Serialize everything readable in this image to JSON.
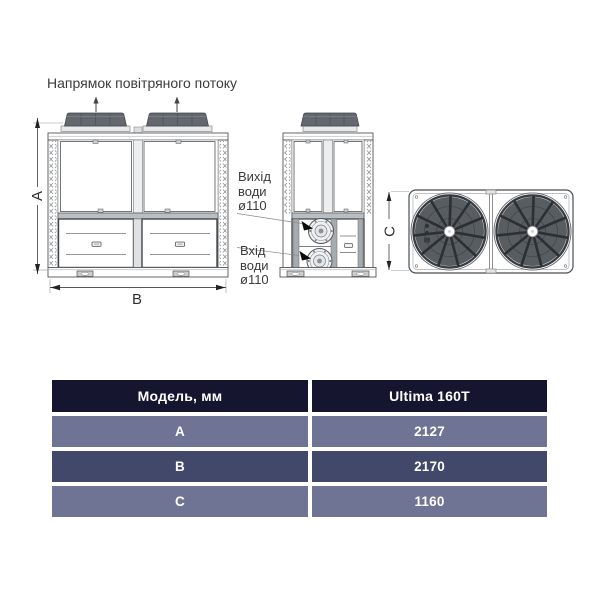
{
  "diagram": {
    "airflow_title": "Напрямок повітряного потоку",
    "dim_a": "A",
    "dim_b": "B",
    "dim_c": "C",
    "water_outlet_label": "Вихід\nводи\nø110",
    "water_inlet_label": "Вхід\nводи\nø110"
  },
  "table": {
    "columns": [
      "Модель, мм",
      "Ultima 160T"
    ],
    "rows": [
      {
        "param": "A",
        "value": "2127"
      },
      {
        "param": "B",
        "value": "2170"
      },
      {
        "param": "C",
        "value": "1160"
      }
    ],
    "colors": {
      "header_bg": "#15152f",
      "row_light_bg": "#6f7494",
      "row_dark_bg": "#414869",
      "cell_text": "#ffffff",
      "divider": "#ffffff"
    }
  }
}
